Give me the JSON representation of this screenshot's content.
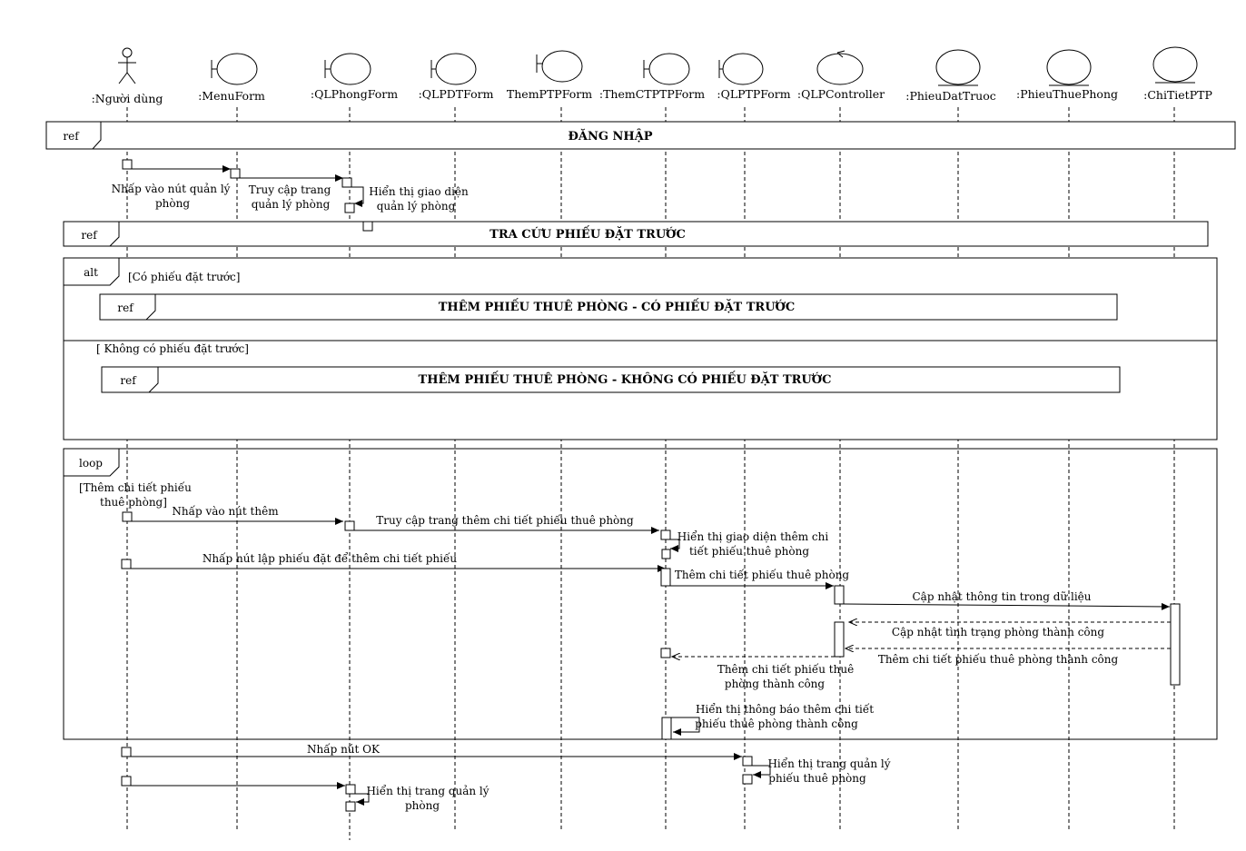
{
  "participants": [
    {
      "id": "nguoidung",
      "label": ":Người dùng",
      "kind": "actor"
    },
    {
      "id": "menuform",
      "label": ":MenuForm",
      "kind": "boundary"
    },
    {
      "id": "qlphongform",
      "label": ":QLPhongForm",
      "kind": "boundary"
    },
    {
      "id": "qlpdtform",
      "label": ":QLPDTForm",
      "kind": "boundary"
    },
    {
      "id": "themptpform",
      "label": "ThemPTPForm",
      "kind": "boundary"
    },
    {
      "id": "themctptpform",
      "label": ":ThemCTPTPForm",
      "kind": "boundary"
    },
    {
      "id": "qlptpform",
      "label": ":QLPTPForm",
      "kind": "boundary"
    },
    {
      "id": "qlpcontroller",
      "label": ":QLPController",
      "kind": "control"
    },
    {
      "id": "phieudattruoc",
      "label": ":PhieuDatTruoc",
      "kind": "entity"
    },
    {
      "id": "phieuthuephong",
      "label": ":PhieuThuePhong",
      "kind": "entity"
    },
    {
      "id": "chitietptp",
      "label": ":ChiTietPTP",
      "kind": "entity"
    }
  ],
  "frames": {
    "ref_login": {
      "tag": "ref",
      "title": "ĐĂNG NHẬP"
    },
    "ref_lookup": {
      "tag": "ref",
      "title": "TRA CỨU PHIẾU ĐẶT TRƯỚC"
    },
    "alt": {
      "tag": "alt",
      "guard1": "[Có phiếu đặt trước]",
      "guard2": "[ Không có phiếu đặt trước]",
      "ref1": {
        "tag": "ref",
        "title": "THÊM PHIẾU THUÊ PHÒNG - CÓ PHIẾU ĐẶT TRƯỚC"
      },
      "ref2": {
        "tag": "ref",
        "title": "THÊM PHIẾU THUÊ PHÒNG - KHÔNG CÓ PHIẾU ĐẶT TRƯỚC"
      }
    },
    "loop": {
      "tag": "loop",
      "guard_line1": "[Thêm chi tiết phiếu",
      "guard_line2": "thuê phòng]"
    }
  },
  "messages": {
    "m1_l1": "Nhấp vào nút quản lý",
    "m1_l2": "phòng",
    "m2_l1": "Truy cập trang",
    "m2_l2": "quản lý phòng",
    "m3_l1": "Hiển thị giao diện",
    "m3_l2": "quản lý phòng",
    "m4": "Nhấp vào nút thêm",
    "m5": "Truy cập trang thêm chi tiết phiếu thuê phòng",
    "m6_l1": "Hiển thị giao diện thêm chi",
    "m6_l2": "tiết phiếu thuê phòng",
    "m7": "Nhấp nút lập phiếu đặt để thêm chi tiết phiếu",
    "m8": "Thêm chi tiết phiếu thuê phòng",
    "m9": "Cập nhật thông tin trong dữ liệu",
    "m10": "Cập nhật tình trạng phòng thành công",
    "m11": "Thêm chi tiết phiếu thuê phòng thành công",
    "m12_l1": "Thêm chi tiết phiếu thuê",
    "m12_l2": "phòng thành công",
    "m13_l1": "Hiển thị thông báo thêm chi tiết",
    "m13_l2": "phiếu thuê phòng thành công",
    "m14": "Nhấp nút OK",
    "m15_l1": "Hiển thị trang quản lý",
    "m15_l2": "phiếu thuê phòng",
    "m16_l1": "Hiển thị trang quản lý",
    "m16_l2": "phòng"
  }
}
